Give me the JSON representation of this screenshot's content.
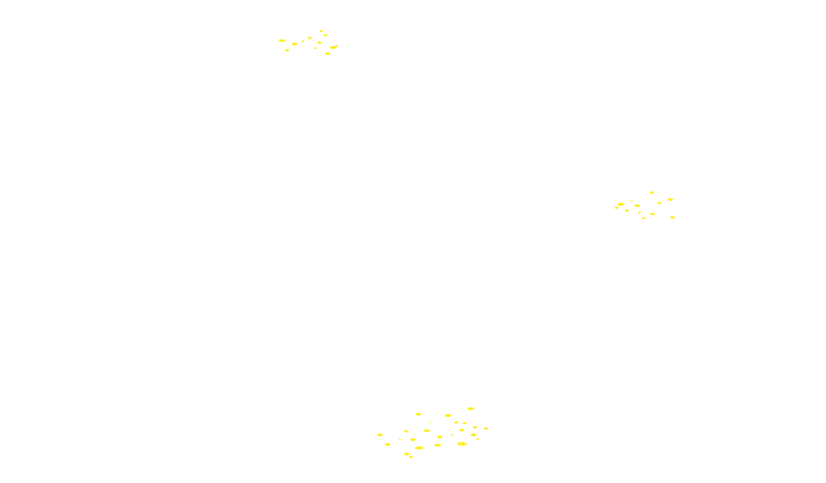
{
  "scene": {
    "background_color": "#ffffff",
    "fleck_color": "#ffee22",
    "clusters": [
      {
        "name": "top-left-cluster",
        "fleck_count": 12
      },
      {
        "name": "right-cluster",
        "fleck_count": 12
      },
      {
        "name": "bottom-cluster",
        "fleck_count": 24
      }
    ]
  }
}
